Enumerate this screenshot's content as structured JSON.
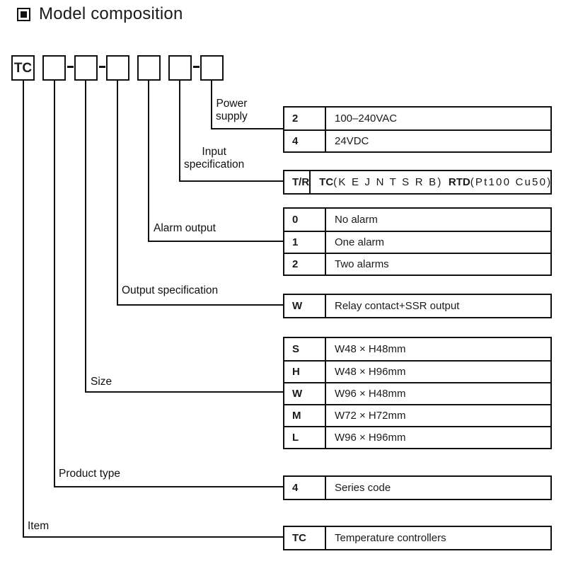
{
  "header": {
    "bullet_icon": "filled-square-bullet",
    "title": "Model composition"
  },
  "code_boxes": [
    {
      "label": "TC"
    },
    {
      "label": ""
    },
    {
      "label": ""
    },
    {
      "label": ""
    },
    {
      "label": ""
    },
    {
      "label": ""
    },
    {
      "label": ""
    }
  ],
  "separators": [
    "-",
    "-",
    "-"
  ],
  "categories": {
    "power_supply": "Power\nsupply",
    "input_specification": "Input\nspecification",
    "alarm_output": "Alarm output",
    "output_specification": "Output specification",
    "size": "Size",
    "product_type": "Product type",
    "item": "Item"
  },
  "tables": {
    "power_supply": [
      {
        "code": "2",
        "desc": "100–240VAC"
      },
      {
        "code": "4",
        "desc": "24VDC"
      }
    ],
    "input_specification": [
      {
        "code": "T/R",
        "desc_parts": [
          {
            "text": "TC",
            "bold": true
          },
          {
            "text": "(K E J N T S R B)",
            "bold": false,
            "spaced": true
          },
          {
            "text": "  ",
            "bold": false
          },
          {
            "text": "RTD",
            "bold": true
          },
          {
            "text": "(Pt100 Cu50)",
            "bold": false,
            "spaced": true
          }
        ]
      }
    ],
    "alarm_output": [
      {
        "code": "0",
        "desc": "No alarm"
      },
      {
        "code": "1",
        "desc": "One alarm"
      },
      {
        "code": "2",
        "desc": "Two alarms"
      }
    ],
    "output_specification": [
      {
        "code": "W",
        "desc": "Relay contact+SSR output"
      }
    ],
    "size": [
      {
        "code": "S",
        "desc": "W48 × H48mm"
      },
      {
        "code": "H",
        "desc": "W48 × H96mm"
      },
      {
        "code": "W",
        "desc": "W96 × H48mm"
      },
      {
        "code": "M",
        "desc": "W72 × H72mm"
      },
      {
        "code": "L",
        "desc": "W96 × H96mm"
      }
    ],
    "product_type": [
      {
        "code": "4",
        "desc": "Series code"
      }
    ],
    "item": [
      {
        "code": "TC",
        "desc": "Temperature controllers"
      }
    ]
  },
  "colors": {
    "line": "#111111",
    "text": "#1a1a1a",
    "background": "#ffffff"
  }
}
